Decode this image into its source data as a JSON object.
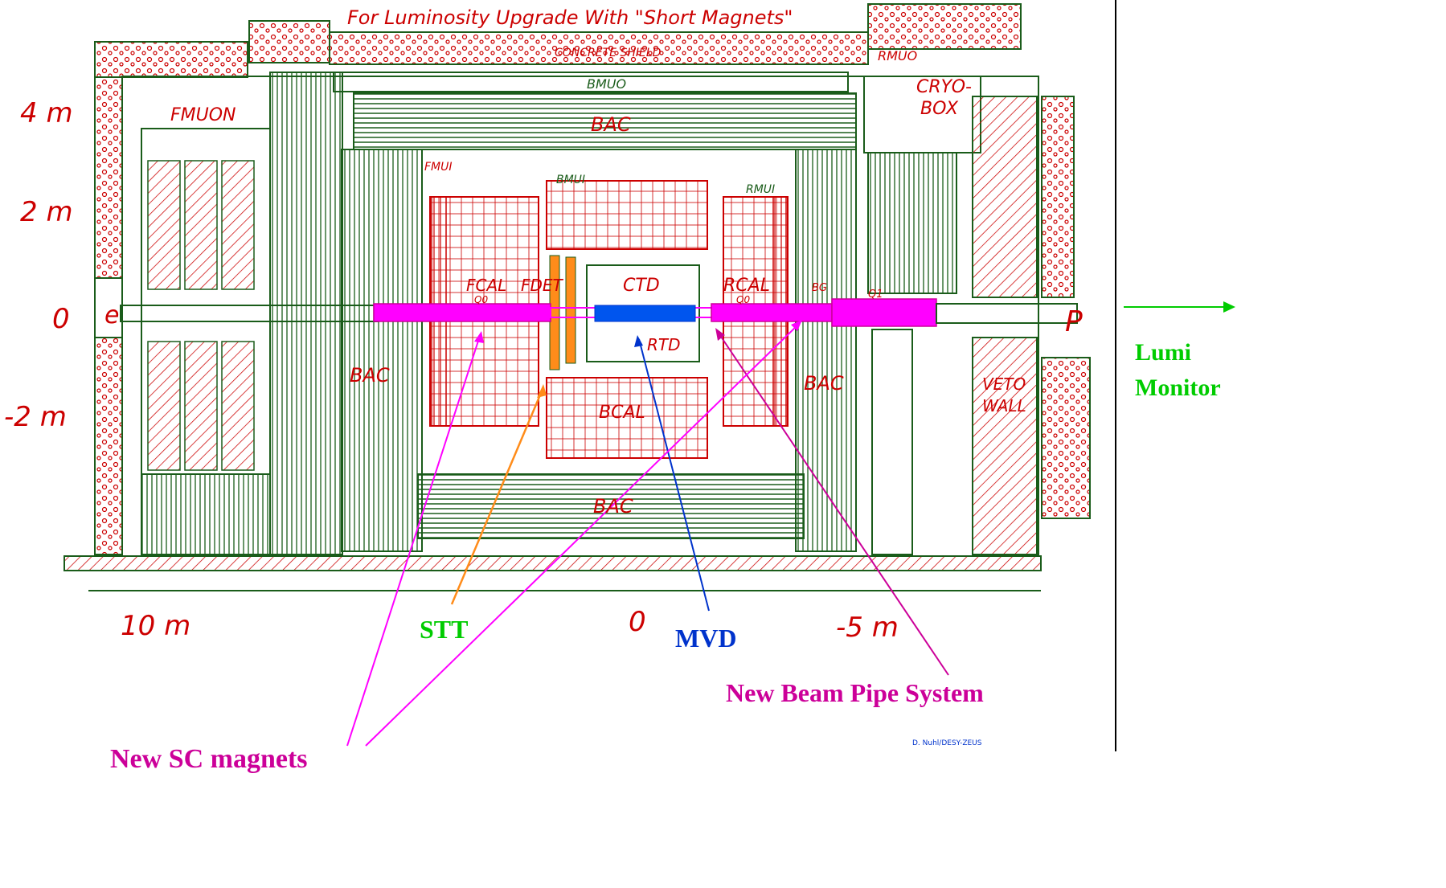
{
  "title": "For Luminosity Upgrade With  \"Short Magnets\"",
  "labels": {
    "concrete_shield": "CONCRETE SHIELD",
    "rmuo": "RMUO",
    "cryo1": "CRYO-",
    "cryo2": "BOX",
    "bmuo": "BMUO",
    "bac": "BAC",
    "fmuon": "FMUON",
    "fmui": "FMUI",
    "bmui": "BMUI",
    "rmui": "RMUI",
    "fcal": "FCAL",
    "fdet": "FDET",
    "ctd": "CTD",
    "rcal": "RCAL",
    "bg": "BG",
    "q1": "Q1",
    "q0": "Q0",
    "rtd": "RTD",
    "bcal": "BCAL",
    "veto1": "VETO",
    "veto2": "WALL",
    "e": "e",
    "p": "P",
    "credit": "D. Nuhl/DESY-ZEUS"
  },
  "y_axis": [
    "4 m",
    "2 m",
    "0",
    "-2 m"
  ],
  "x_axis": [
    "10 m",
    "0",
    "-5 m"
  ],
  "callouts": {
    "stt": "STT",
    "mvd": "MVD",
    "beam_pipe": "New Beam Pipe  System",
    "sc_magnets": "New SC magnets",
    "lumi1": "Lumi",
    "lumi2": "Monitor"
  },
  "colors": {
    "structure": "#1a5c1a",
    "detector": "#cc0000",
    "magnet": "#ff00ff",
    "stt": "#ff8c1a",
    "mvd": "#0033cc",
    "lumi": "#00cc00",
    "beampipe_text": "#cc0099"
  }
}
